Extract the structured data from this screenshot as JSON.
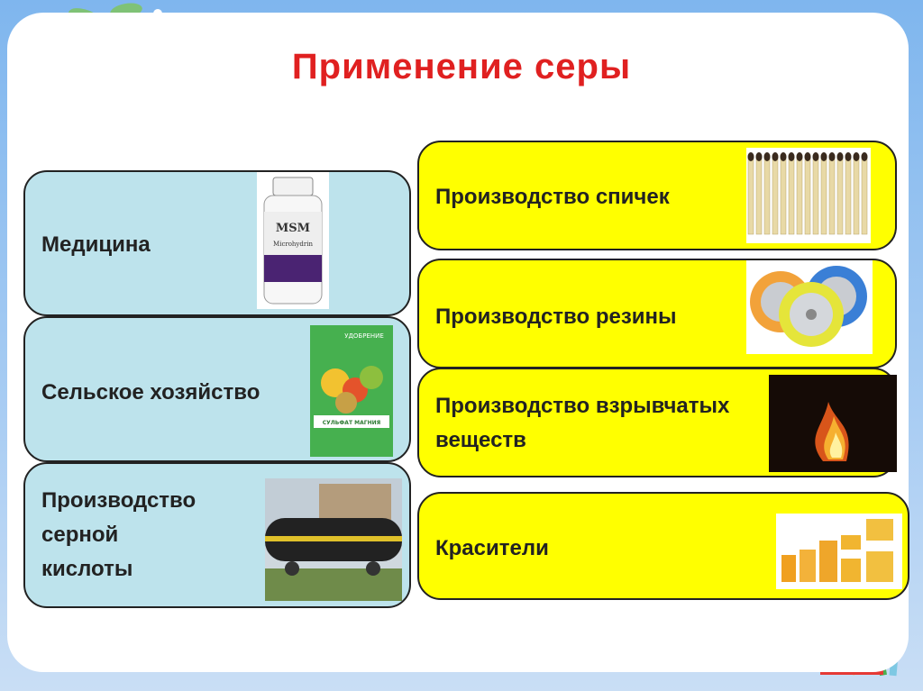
{
  "title": "Применение серы",
  "left_cards": [
    {
      "label": "Медицина",
      "image_icon": "supplement-bottle-image",
      "bottle_brand": "MSM",
      "bottle_sub": "Microhydrin"
    },
    {
      "label": "Сельское хозяйство",
      "image_icon": "fertilizer-pack-image",
      "pack_top": "УДОБРЕНИЕ",
      "pack_bottom": "СУЛЬФАТ МАГНИЯ"
    },
    {
      "label": "Производство\nсерной\nкислоты",
      "image_icon": "tank-car-image"
    }
  ],
  "right_cards": [
    {
      "label": "Производство спичек",
      "image_icon": "matches-image"
    },
    {
      "label": "Производство резины",
      "image_icon": "tires-image"
    },
    {
      "label": "Производство взрывчатых\nвеществ",
      "image_icon": "fire-image"
    },
    {
      "label": "Красители",
      "image_icon": "dye-jars-image"
    }
  ],
  "colors": {
    "title": "#e02020",
    "left_card_bg": "#bde3ec",
    "right_card_bg": "#ffff00",
    "background": "#7fb6ee"
  }
}
